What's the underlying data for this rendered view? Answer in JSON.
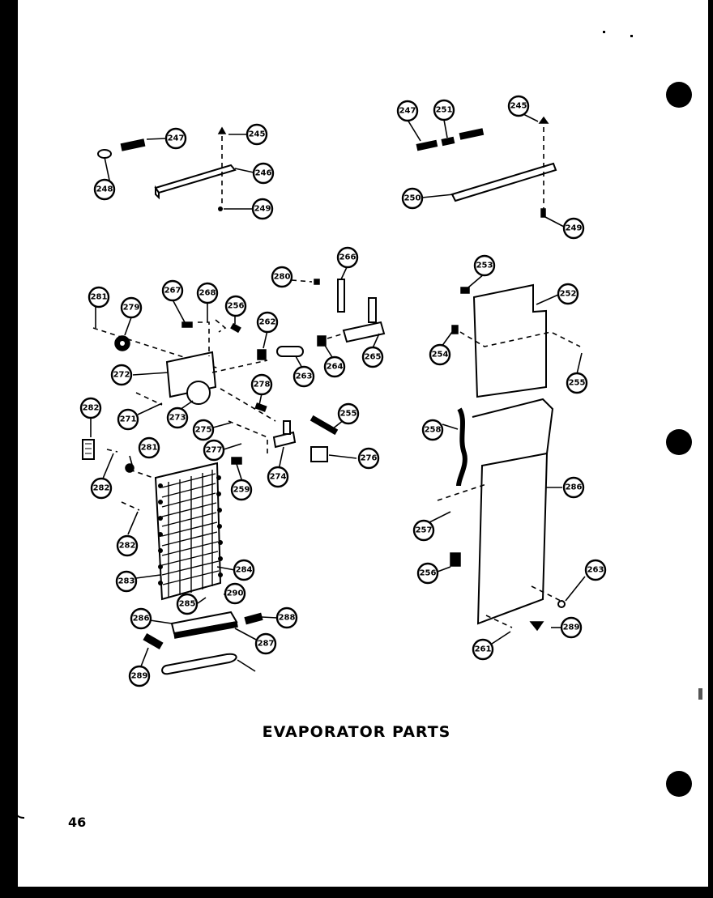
{
  "title": "EVAPORATOR PARTS",
  "page_number": "46",
  "callouts": [
    "247",
    "245",
    "246",
    "248",
    "249",
    "247",
    "251",
    "245",
    "250",
    "249",
    "280",
    "266",
    "253",
    "252",
    "281",
    "279",
    "267",
    "268",
    "256",
    "262",
    "263",
    "264",
    "265",
    "272",
    "254",
    "255",
    "271",
    "273",
    "278",
    "255",
    "282",
    "275",
    "258",
    "276",
    "277",
    "282",
    "281",
    "274",
    "259",
    "257",
    "282",
    "283",
    "284",
    "285",
    "290",
    "256",
    "263",
    "261",
    "289",
    "286",
    "288",
    "287",
    "286",
    "289"
  ]
}
